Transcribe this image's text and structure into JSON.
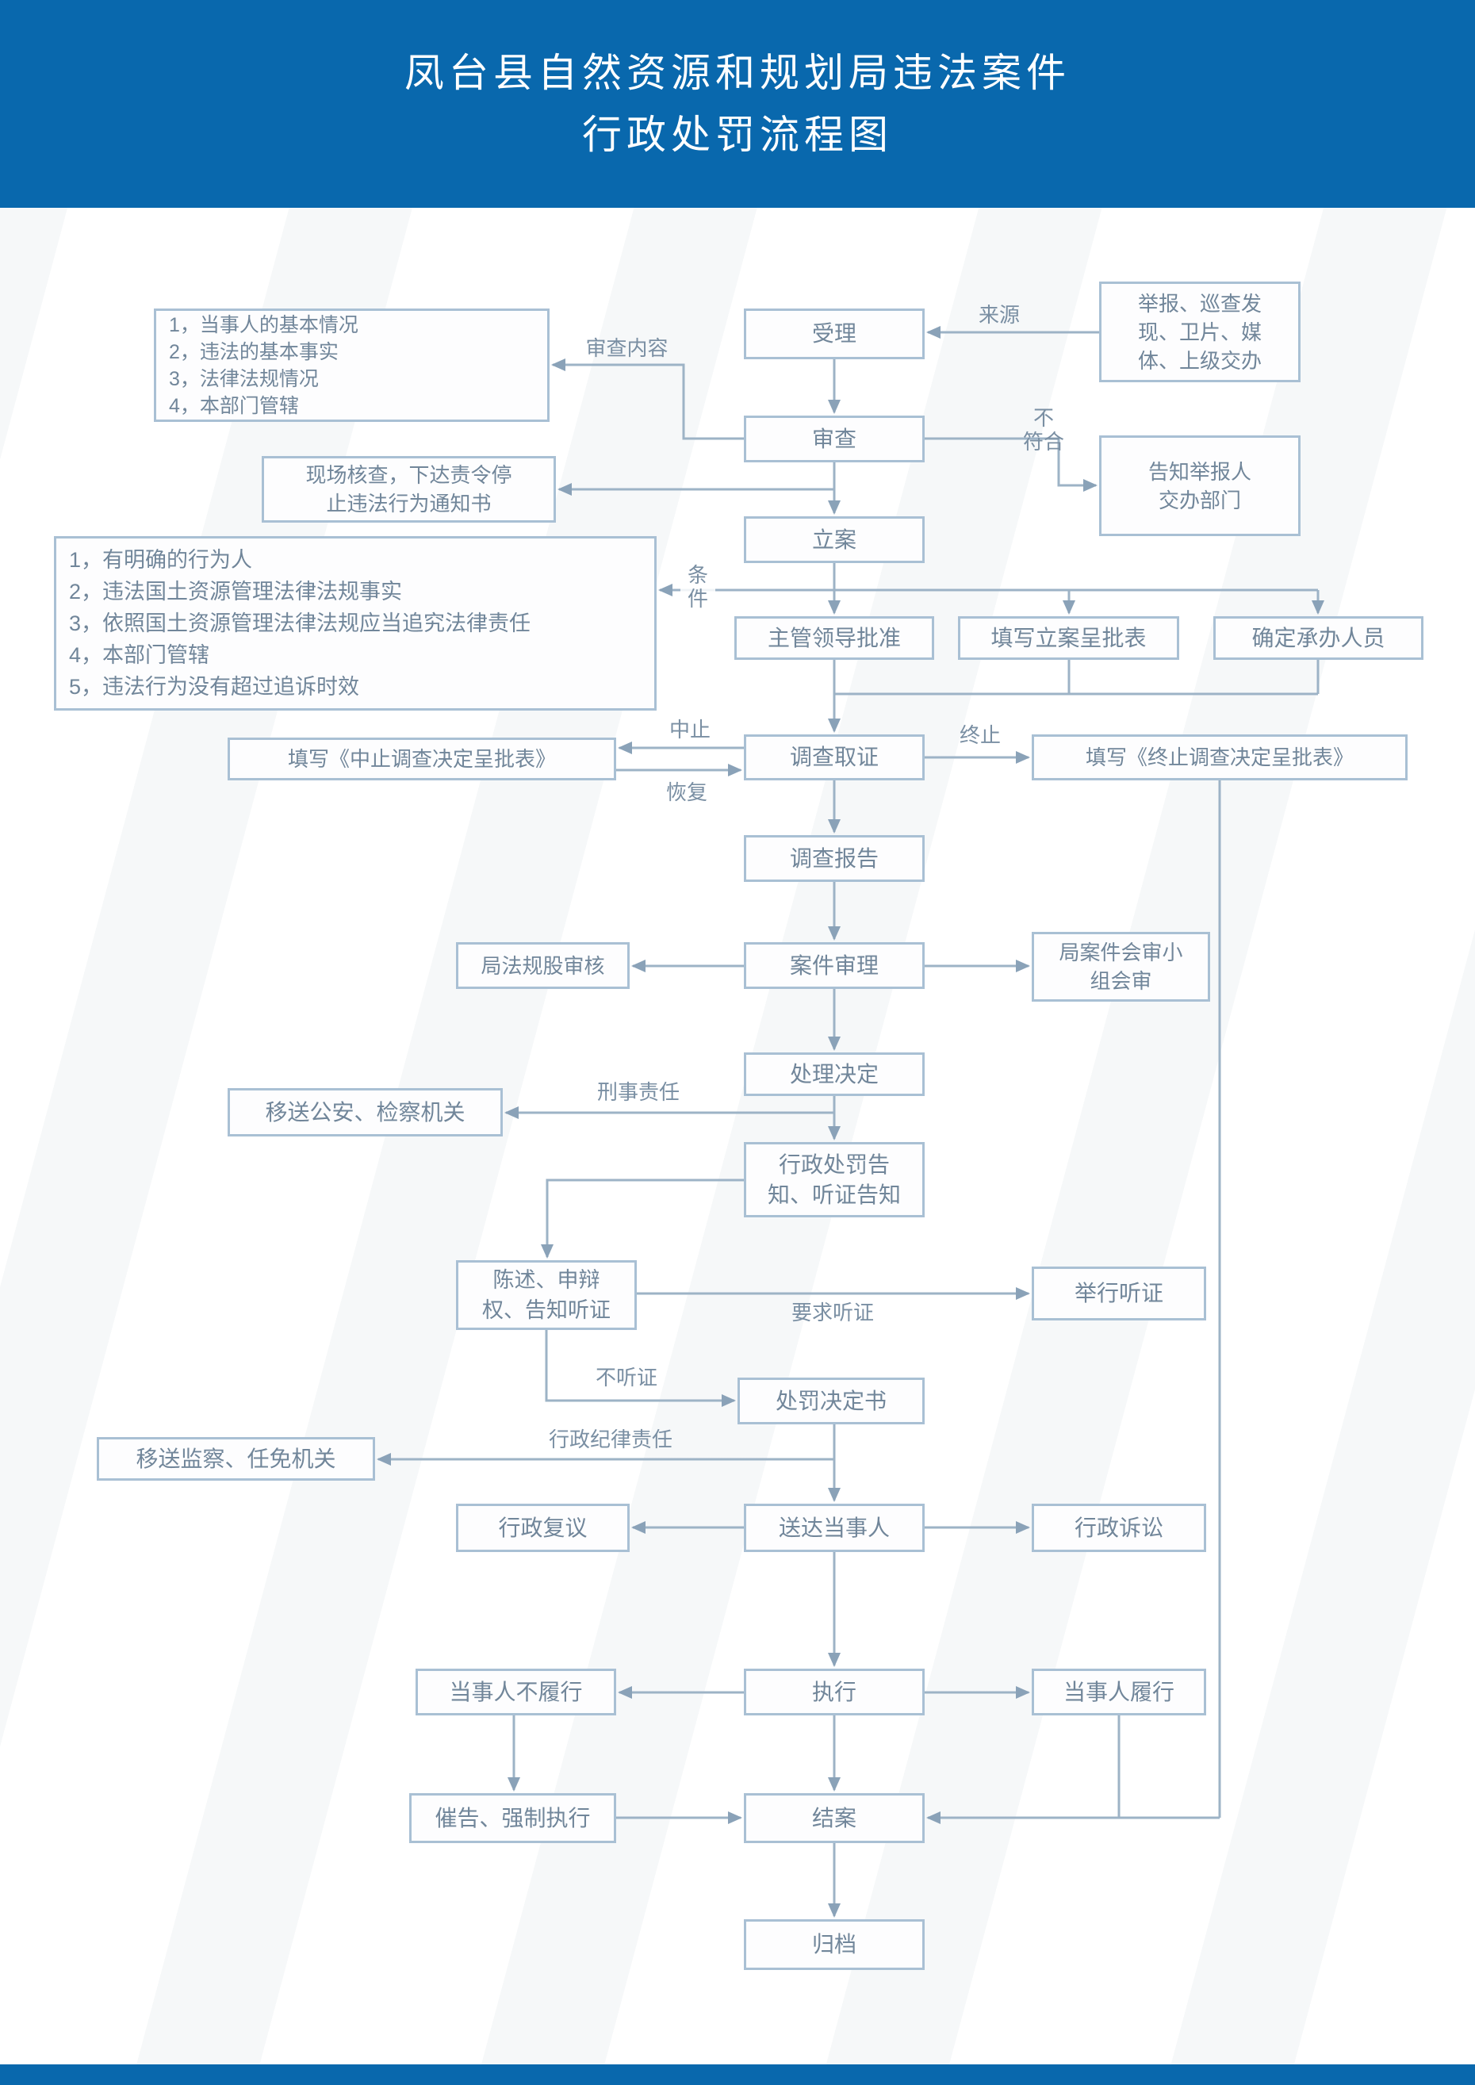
{
  "title": {
    "line1": "凤台县自然资源和规划局违法案件",
    "line2": "行政处罚流程图"
  },
  "nodes": {
    "source": "举报、巡查发\n现、卫片、媒\n体、上级交办",
    "accept": "受理",
    "review": "审查",
    "review_content": "1，当事人的基本情况\n2，违法的基本事实\n3，法律法规情况\n4，本部门管辖",
    "notify": "告知举报人\n交办部门",
    "site_check": "现场核查，下达责令停\n止违法行为通知书",
    "file_case": "立案",
    "conditions": "1，有明确的行为人\n2，违法国土资源管理法律法规事实\n3，依照国土资源管理法律法规应当追究法律责任\n4，本部门管辖\n5，违法行为没有超过追诉时效",
    "leader_approve": "主管领导批准",
    "fill_case_form": "填写立案呈批表",
    "assign_handler": "确定承办人员",
    "investigate": "调查取证",
    "suspend_form": "填写《中止调查决定呈批表》",
    "terminate_form": "填写《终止调查决定呈批表》",
    "report": "调查报告",
    "case_review": "案件审理",
    "legal_dept_review": "局法规股审核",
    "joint_review": "局案件会审小\n组会审",
    "decision": "处理决定",
    "transfer_police": "移送公安、检察机关",
    "penalty_notice": "行政处罚告\n知、听证告知",
    "statement": "陈述、申辩\n权、告知听证",
    "hearing": "举行听证",
    "penalty_decision": "处罚决定书",
    "transfer_supervision": "移送监察、任免机关",
    "reconsideration": "行政复议",
    "deliver": "送达当事人",
    "litigation": "行政诉讼",
    "not_comply": "当事人不履行",
    "execute": "执行",
    "comply": "当事人履行",
    "urge_enforce": "催告、强制执行",
    "close_case": "结案",
    "archive": "归档"
  },
  "edge_labels": {
    "source": "来源",
    "review_content": "审查内容",
    "not_conform": "不\n符合",
    "condition": "条\n件",
    "suspend": "中止",
    "resume": "恢复",
    "terminate": "终止",
    "criminal": "刑事责任",
    "request_hearing": "要求听证",
    "no_hearing": "不听证",
    "disciplinary": "行政纪律责任"
  },
  "colors": {
    "header_blue": "#0968ad",
    "box_border": "#a9c0d4",
    "box_text": "#71869a",
    "line": "#9db3c6"
  }
}
